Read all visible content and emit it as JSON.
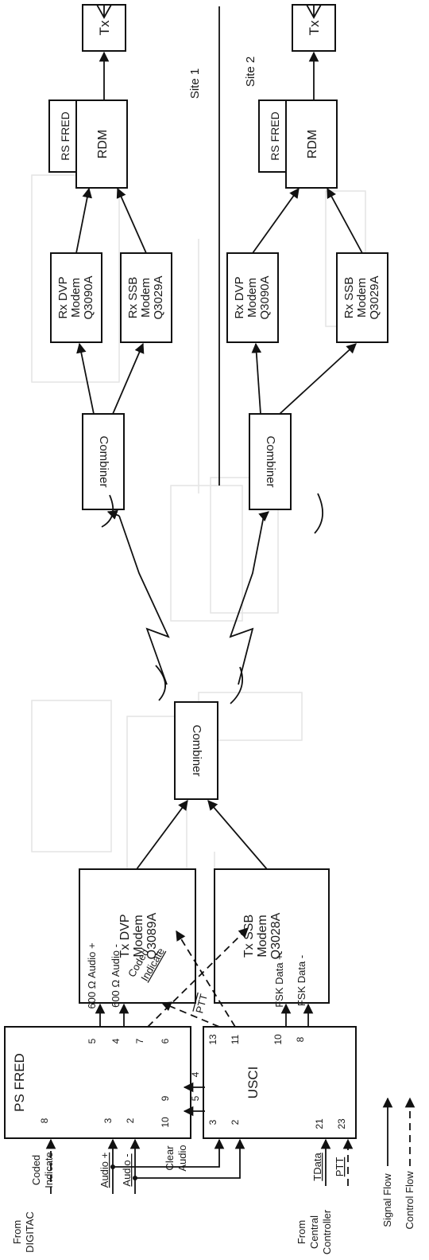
{
  "blocks": {
    "ps_fred": "PS FRED",
    "usci": "USCI",
    "tx_dvp": [
      "Tx DVP",
      "Modem",
      "Q3089A"
    ],
    "tx_ssb": [
      "Tx SSB",
      "Modem",
      "Q3028A"
    ],
    "combiner": "Combiner",
    "rx_dvp": [
      "Rx DVP",
      "Modem",
      "Q3090A"
    ],
    "rx_ssb": [
      "Rx SSB",
      "Modem",
      "Q3029A"
    ],
    "rs_fred": "RS FRED",
    "rdm": "RDM",
    "tx": "Tx"
  },
  "sites": {
    "site1": "Site 1",
    "site2": "Site 2"
  },
  "sources": {
    "digitac": [
      "From",
      "DIGITAC"
    ],
    "central": [
      "From",
      "Central",
      "Controller"
    ]
  },
  "inputs": {
    "coded_indicate": [
      "Coded",
      "Indicate"
    ],
    "audio_plus": "Audio +",
    "audio_minus": "Audio -",
    "tdata": "TData",
    "ptt": "PTT"
  },
  "pins": {
    "ps_fred": [
      "8",
      "3",
      "2",
      "10",
      "9",
      "5",
      "4",
      "7",
      "6"
    ],
    "usci": [
      "3",
      "2",
      "5",
      "4",
      "13",
      "11",
      "10",
      "8",
      "21",
      "23"
    ]
  },
  "signals": {
    "audio600_plus": "600 Ω Audio +",
    "audio600_minus": "600 Ω Audio -",
    "coded_indicate": [
      "Coded",
      "Indicate"
    ],
    "ptt": "PTT",
    "fsk_plus": "FSK Data +",
    "fsk_minus": "FSK Data -",
    "clear_audio": [
      "Clear",
      "Audio"
    ]
  },
  "legend": {
    "signal": "Signal Flow",
    "control": "Control Flow"
  }
}
